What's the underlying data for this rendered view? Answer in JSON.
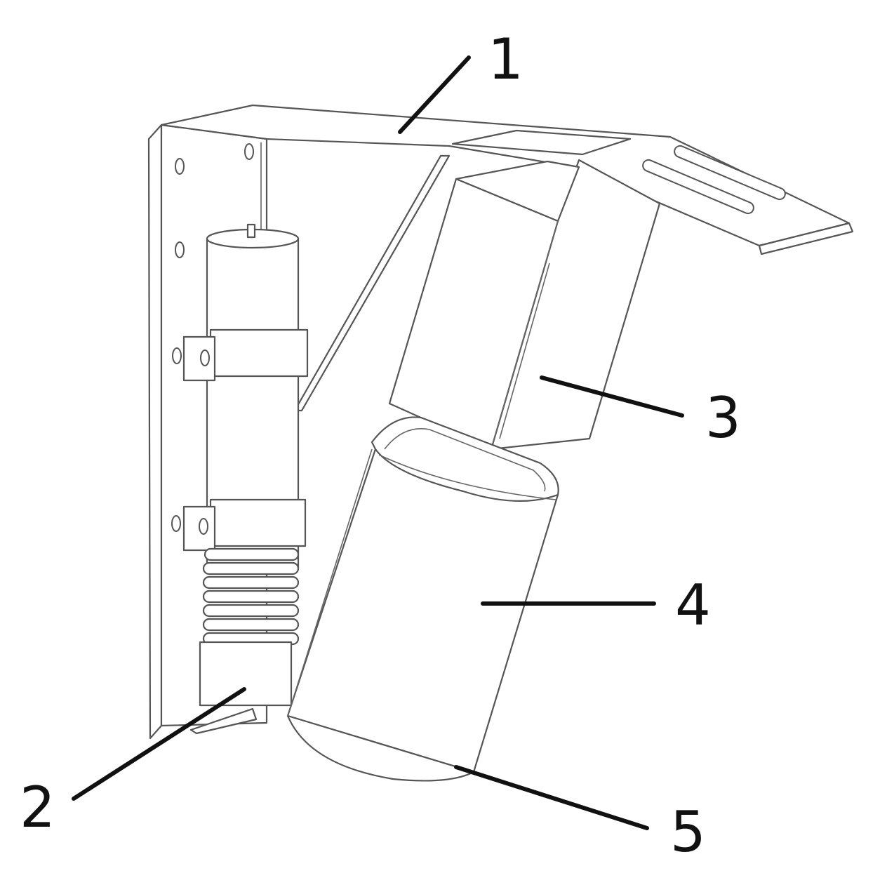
{
  "diagram": {
    "callouts": [
      {
        "id": "1",
        "label": "1"
      },
      {
        "id": "2",
        "label": "2"
      },
      {
        "id": "3",
        "label": "3"
      },
      {
        "id": "4",
        "label": "4"
      },
      {
        "id": "5",
        "label": "5"
      }
    ]
  },
  "colors": {
    "line": "#555555",
    "leader": "#111111",
    "background": "#ffffff"
  }
}
